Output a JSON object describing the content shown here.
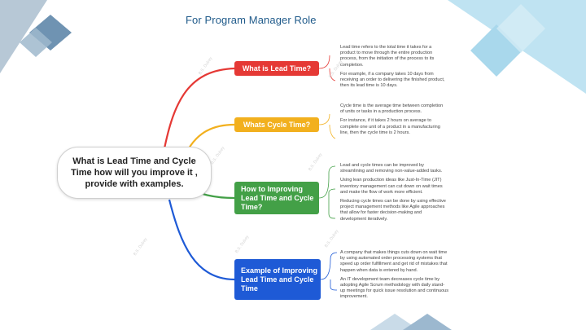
{
  "title": "For Program Manager Role",
  "central": {
    "text": "What is Lead Time and Cycle Time how will you improve it , provide with examples."
  },
  "branches": [
    {
      "label": "What is Lead Time?",
      "color": "#e53935",
      "details": [
        "Lead time refers to the total time it takes for a product to move through the entire production process, from the initiation of the process to its completion.",
        "For example, if a company takes 10 days from receiving an order to delivering the finished product, then its lead time is 10 days."
      ]
    },
    {
      "label": "Whats Cycle Time?",
      "color": "#f2b01e",
      "details": [
        "Cycle time is the average time between completion of units or tasks in a production process.",
        "For instance, if it takes 2 hours on average to complete one unit of a product in a manufacturing line, then the cycle time is 2 hours."
      ]
    },
    {
      "label": "How to Improving  Lead Time and Cycle Time?",
      "color": "#43a047",
      "details": [
        "Lead and cycle times can be improved by streamlining and removing non-value-added tasks.",
        "Using lean production ideas like Just-In-Time (JIT) inventory management can cut down on wait times and make the flow of work more efficient.",
        "Reducing cycle times can be done by using effective project management methods like Agile approaches that allow for faster decision-making and development iteratively."
      ]
    },
    {
      "label": "Example of Improving Lead Time and Cycle Time",
      "color": "#1e5ad6",
      "details": [
        "A company that makes things cuts down on wait time by using automated order processing systems that speed up order fulfillment and get rid of mistakes that happen when data is entered by hand.",
        "An IT development team decreases cycle time by adopting Agile Scrum methodology with daily stand-up meetings for quick issue resolution and continuous improvement."
      ]
    }
  ],
  "watermark": "B.S. Dubey",
  "colors": {
    "title": "#1f5a8a",
    "deco_dark": "#8aaac4",
    "deco_light": "#b9e1f0"
  }
}
